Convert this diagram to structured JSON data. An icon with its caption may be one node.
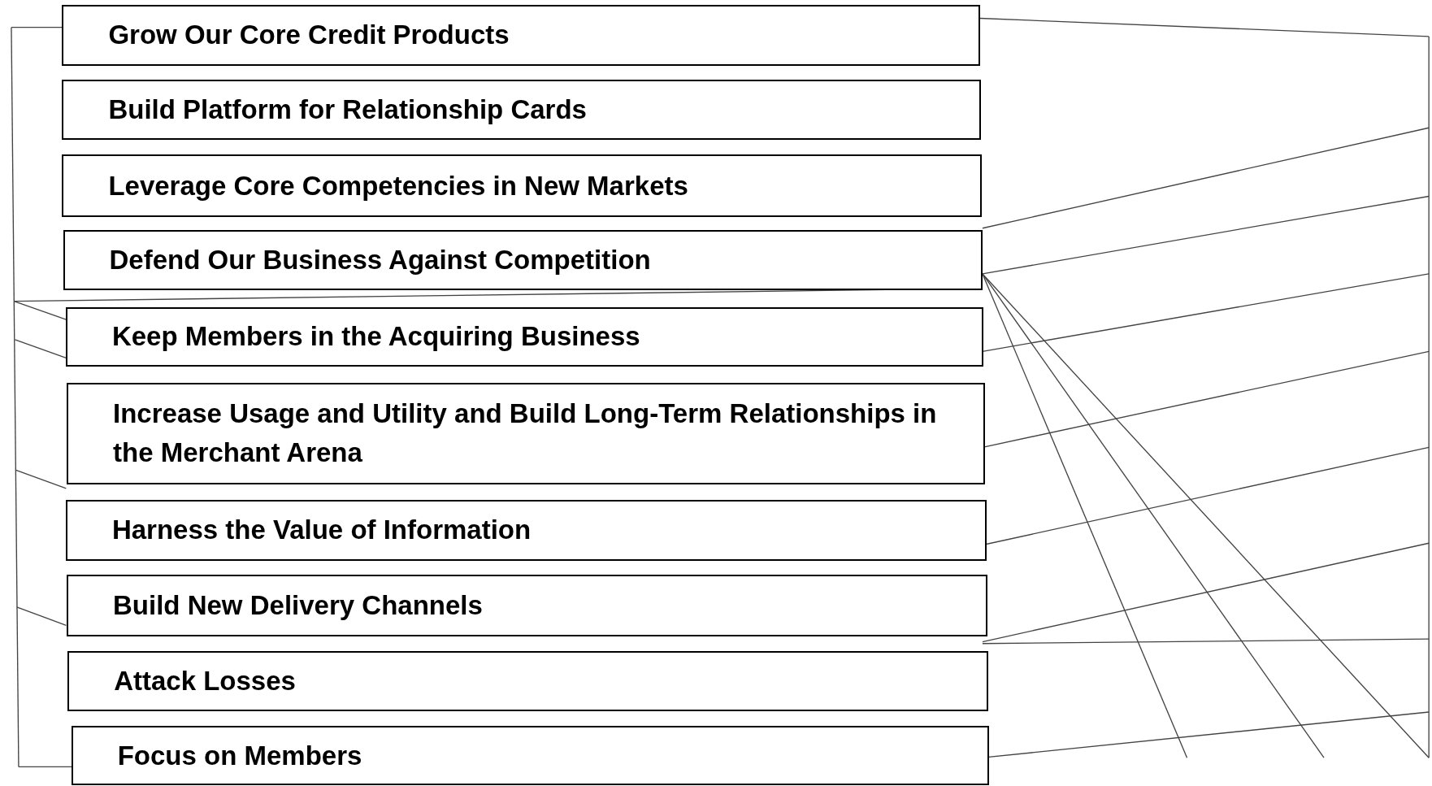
{
  "diagram": {
    "nodes": [
      {
        "text": [
          "Grow Our Core Credit Products"
        ]
      },
      {
        "text": [
          "Build Platform for Relationship Cards"
        ]
      },
      {
        "text": [
          "Leverage Core Competencies in New Markets"
        ]
      },
      {
        "text": [
          "Defend Our Business Against Competition"
        ]
      },
      {
        "text": [
          "Keep Members in the Acquiring Business"
        ]
      },
      {
        "text": [
          "Increase Usage and Utility and Build Long-Term Relationships in the Merchant Arena"
        ]
      },
      {
        "text": [
          "Harness the Value of Information"
        ]
      },
      {
        "text": [
          "Build New Delivery Channels"
        ]
      },
      {
        "text": [
          "Attack Losses"
        ]
      },
      {
        "text": [
          "Focus on Members"
        ]
      }
    ]
  }
}
